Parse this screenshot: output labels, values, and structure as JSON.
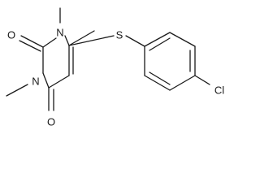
{
  "structure": {
    "atoms": {
      "o_left": "O",
      "o_bottom": "O",
      "n_top": "N",
      "n_left": "N",
      "s_bridge": "S",
      "cl": "Cl"
    }
  }
}
